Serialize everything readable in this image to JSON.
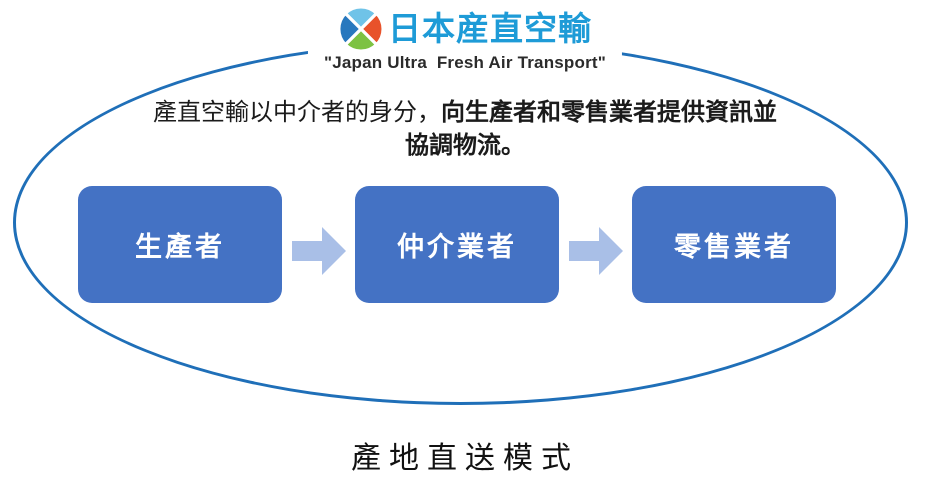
{
  "logo": {
    "title": "日本産直空輸",
    "subtitle": "\"Japan Ultra  Fresh Air Transport\"",
    "title_color": "#1E9BD7",
    "icon_colors": {
      "top": "#6FC3E8",
      "left": "#2878BE",
      "right": "#E8522A",
      "bottom": "#7DC242"
    }
  },
  "description": {
    "line1_regular": "產直空輸以中介者的身分，",
    "line1_bold": "向生產者和零售業者提供資訊並",
    "line2_bold": "協調物流。"
  },
  "flow": {
    "nodes": [
      {
        "label": "生產者"
      },
      {
        "label": "仲介業者"
      },
      {
        "label": "零售業者"
      }
    ],
    "node_fill": "#4472C4",
    "node_text_color": "#FFFFFF",
    "arrow_fill": "#A9BFE7",
    "arrow_stroke": "#8FAADC"
  },
  "ellipse_stroke": "#1F6FB8",
  "caption": "產地直送模式"
}
